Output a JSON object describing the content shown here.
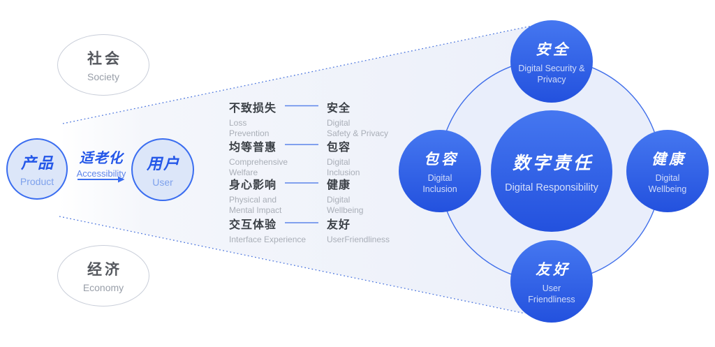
{
  "palette": {
    "accent_blue": "#2457e8",
    "node_border_blue": "#3a6df0",
    "node_fill_light": "#dce6f9",
    "gradient_top": "#4577f0",
    "gradient_bottom": "#2351de",
    "ring_stroke": "#3f6eea",
    "ring_fill": "#e9eefb",
    "beam_fill": "#edf1fa",
    "gray_border": "#c9ced9",
    "list_zh_color": "#3a3f45",
    "list_en_color": "#a9aeb7"
  },
  "left": {
    "society": {
      "zh": "社会",
      "en": "Society"
    },
    "economy": {
      "zh": "经济",
      "en": "Economy"
    },
    "product": {
      "zh": "产品",
      "en": "Product"
    },
    "user": {
      "zh": "用户",
      "en": "User"
    },
    "arrow": {
      "zh": "适老化",
      "en": "Accessibility"
    }
  },
  "mapping": {
    "rows": [
      {
        "left_zh": "不致损失",
        "left_en": [
          "Loss",
          "Prevention"
        ],
        "right_zh": "安全",
        "right_en": [
          "Digital",
          "Safety & Privacy"
        ]
      },
      {
        "left_zh": "均等普惠",
        "left_en": [
          "Comprehensive",
          "Welfare"
        ],
        "right_zh": "包容",
        "right_en": [
          "Digital",
          "Inclusion"
        ]
      },
      {
        "left_zh": "身心影响",
        "left_en": [
          "Physical and",
          "Mental Impact"
        ],
        "right_zh": "健康",
        "right_en": [
          "Digital",
          "Wellbeing"
        ]
      },
      {
        "left_zh": "交互体验",
        "left_en": [
          "Interface Experience"
        ],
        "right_zh": "友好",
        "right_en": [
          "UserFriendliness"
        ]
      }
    ]
  },
  "cluster": {
    "center": {
      "zh": "数字责任",
      "en": "Digital Responsibility"
    },
    "satellites": [
      {
        "zh": "安全",
        "en": [
          "Digital Security &",
          "Privacy"
        ]
      },
      {
        "zh": "包容",
        "en": [
          "Digital",
          "Inclusion"
        ]
      },
      {
        "zh": "健康",
        "en": [
          "Digital",
          "Wellbeing"
        ]
      },
      {
        "zh": "友好",
        "en": [
          "User",
          "Friendliness"
        ]
      }
    ]
  }
}
